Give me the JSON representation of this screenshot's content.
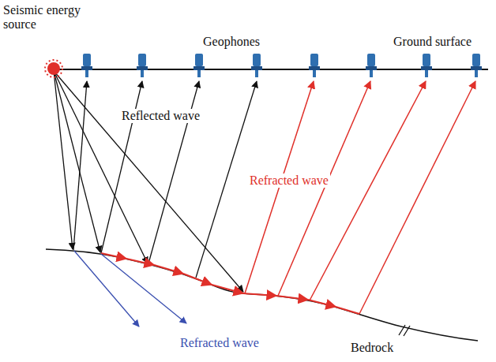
{
  "diagram": {
    "labels": [
      "Seismic energy source",
      "Geophones",
      "Ground surface",
      "Reflected wave",
      "Refracted wave",
      "Refracted wave",
      "Bedrock"
    ]
  }
}
